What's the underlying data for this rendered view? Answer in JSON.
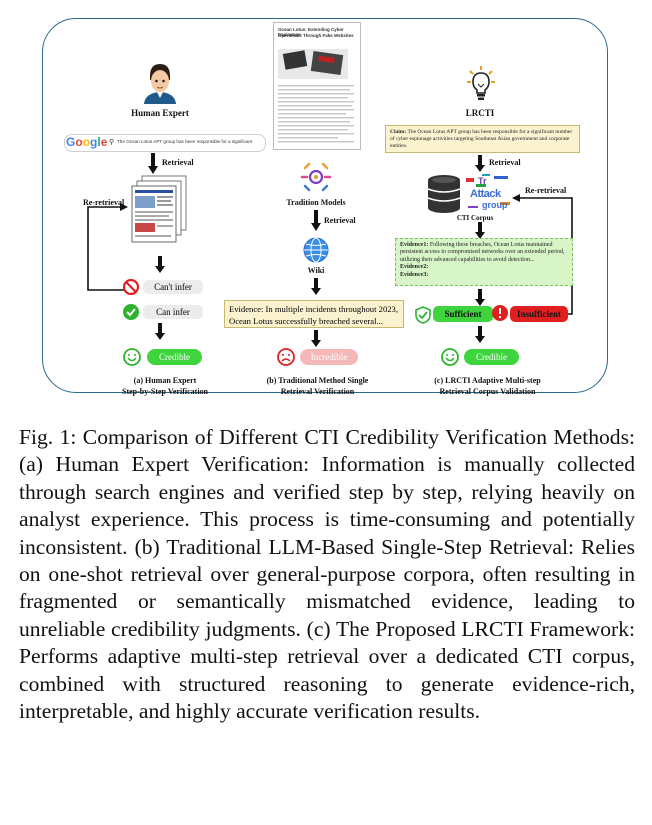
{
  "figure": {
    "human": {
      "title": "Human Expert",
      "search_text": "The Ocean Lotus APT group has been responsible for a significant number of cyber ...",
      "retrieval": "Retrieval",
      "reretrieval": "Re-retrieval",
      "cant_infer": "Can't infer",
      "can_infer": "Can infer",
      "credible": "Credible",
      "caption_line1": "(a) Human Expert",
      "caption_line2": "Step-by-Step Verification"
    },
    "traditional": {
      "doc_title_1": "Ocean Lotus: Extending Cyber Espionage",
      "doc_title_2": "Operations Through Fake Websites",
      "models": "Tradition Models",
      "retrieval": "Retrieval",
      "wiki": "Wiki",
      "evidence_line1": "Evidence: In multiple incidents throughout 2023,",
      "evidence_line2": "Ocean Lotus successfully breached several...",
      "result": "Incredible",
      "caption_line1": "(b) Traditional Method Single",
      "caption_line2": "Retrieval Verification"
    },
    "lrcti": {
      "title": "LRCTI",
      "claim_label": "Claim:",
      "claim_text": "The Ocean Lotus APT group has been responsible for a significant number of cyber espionage activities targeting Southeast Asian government and corporate entities.",
      "retrieval": "Retrieval",
      "reretrieval": "Re-retrieval",
      "corpus": "CTI Corpus",
      "evidence1_label": "Evidence1:",
      "evidence1_text": "Following these breaches, Ocean Lotus maintained persistent access to compromised networks over an extended period, utilizing their advanced capabilities to avoid detection...",
      "evidence2_label": "Evidence2:",
      "evidence3_label": "Evidence3:",
      "sufficient": "Sufficient",
      "insufficient": "Insufficient",
      "credible": "Credible",
      "caption_line1": "(c) LRCTI Adaptive Multi-step",
      "caption_line2": "Retrieval Corpus Validation"
    },
    "colors": {
      "frame": "#2a6a8a",
      "green": "#3dd43d",
      "red": "#e02020",
      "light_green": "#d8f5c8",
      "yellow_box": "#fbf3cf",
      "pink": "#f4b8b8"
    }
  },
  "caption": "Fig. 1: Comparison of Different CTI Credibility Verification Methods: (a) Human Expert Verification: Information is manually collected through search engines and verified step by step, relying heavily on analyst experience. This process is time-consuming and potentially inconsistent. (b) Traditional LLM-Based Single-Step Retrieval: Relies on one-shot retrieval over general-purpose corpora, often resulting in fragmented or semantically mismatched evidence, leading to unreliable credibility judgments. (c) The Proposed LRCTI Framework: Performs adaptive multi-step retrieval over a dedicated CTI corpus, combined with structured reasoning to generate evidence-rich, interpretable, and highly accurate verification results."
}
